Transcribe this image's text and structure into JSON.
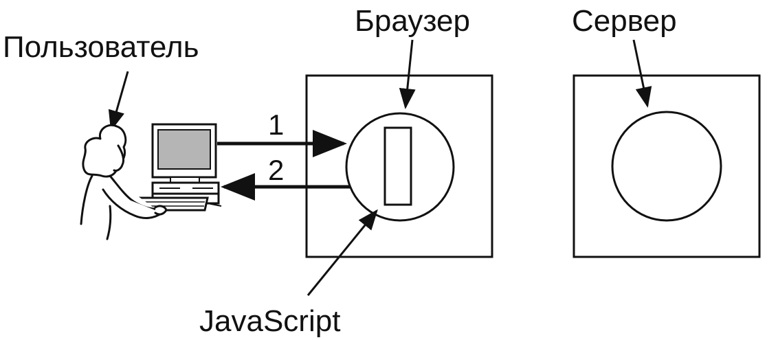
{
  "diagram": {
    "labels": {
      "user": "Пользователь",
      "browser": "Браузер",
      "server": "Сервер",
      "javascript": "JavaScript"
    },
    "steps": {
      "request": "1",
      "response": "2"
    },
    "colors": {
      "stroke": "#111111",
      "screen": "#b5b5b5",
      "background": "#ffffff"
    }
  }
}
